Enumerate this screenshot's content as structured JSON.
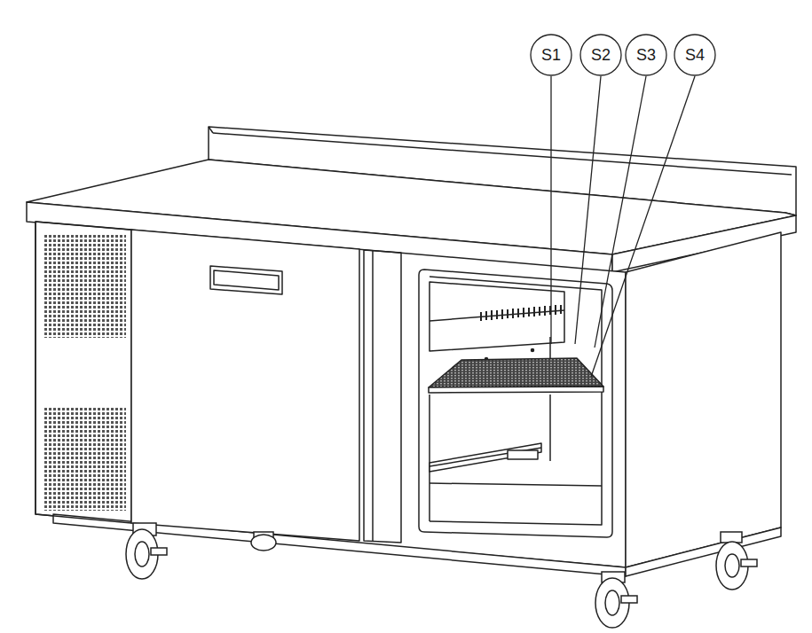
{
  "diagram": {
    "labels": [
      "S1",
      "S2",
      "S3",
      "S4"
    ]
  }
}
